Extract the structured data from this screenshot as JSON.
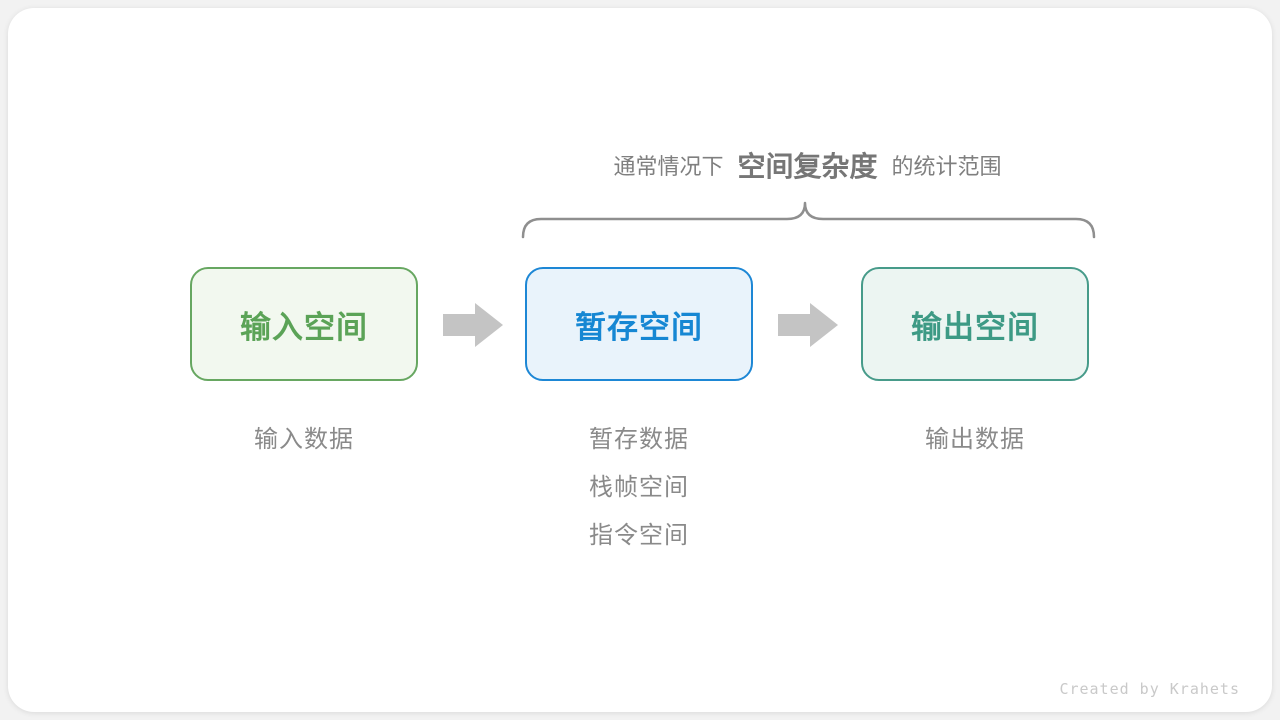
{
  "header": {
    "prefix": "通常情况下",
    "highlight": "空间复杂度",
    "suffix": "的统计范围"
  },
  "columns": [
    {
      "box": {
        "label": "输入空间",
        "text_color": "#5ba357",
        "border_color": "#67a761",
        "background": "#f2f8ef"
      },
      "notes": [
        "输入数据"
      ]
    },
    {
      "box": {
        "label": "暂存空间",
        "text_color": "#1687d3",
        "border_color": "#1d87d5",
        "background": "#e9f3fb"
      },
      "notes": [
        "暂存数据",
        "栈帧空间",
        "指令空间"
      ]
    },
    {
      "box": {
        "label": "输出空间",
        "text_color": "#3d9a85",
        "border_color": "#479b8a",
        "background": "#ecf5f2"
      },
      "notes": [
        "输出数据"
      ]
    }
  ],
  "icons": {
    "arrow": "right-block-arrow",
    "brace": "top-curly-brace"
  },
  "colors": {
    "title_text": "#7f7f7f",
    "title_highlight": "#767676",
    "note_text": "#8a8a8a",
    "arrow_fill": "#c4c4c4",
    "brace_stroke": "#8f8f8f",
    "credit_text": "#c9c9c9",
    "card_background": "#ffffff",
    "page_background": "#f2f2f2"
  },
  "footer": {
    "credit": "Created by Krahets"
  }
}
